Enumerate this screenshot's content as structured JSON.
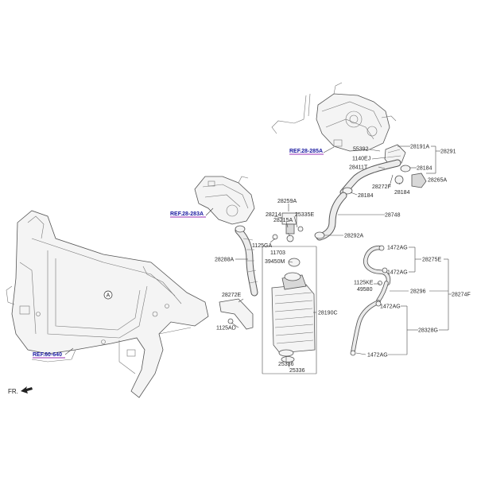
{
  "refs": {
    "ref_1": "REF.28-285A",
    "ref_2": "REF.28-283A",
    "ref_3": "REF.60-640"
  },
  "direction_label": "FR.",
  "view_marker": "A",
  "callouts": {
    "c28191A": "28191A",
    "c28291": "28291",
    "c55392": "55392",
    "c1140EJ": "1140EJ",
    "c28184_a": "28184",
    "c28411T": "28411T",
    "c28265A": "28265A",
    "c28272F": "28272F",
    "c28184_b": "28184",
    "c28184_c": "28184",
    "c28259A": "28259A",
    "c28214": "28214",
    "c28215A": "28215A",
    "c25335E": "25335E",
    "c28748": "28748",
    "c28292A": "28292A",
    "c1125GA": "1125GA",
    "c11703": "11703",
    "c39450M": "39450M",
    "c28288A": "28288A",
    "c1472AG_1": "1472AG",
    "c28275E": "28275E",
    "c1472AG_2": "1472AG",
    "c1125KE": "1125KE",
    "c49580": "49580",
    "c28296": "28296",
    "c28274F": "28274F",
    "c1472AG_3": "1472AG",
    "c28272E": "28272E",
    "c28190C": "28190C",
    "c1125AD": "1125AD",
    "c28328G": "28328G",
    "c1472AG_4": "1472AG",
    "c25336_1": "25336",
    "c25336_2": "25336"
  }
}
